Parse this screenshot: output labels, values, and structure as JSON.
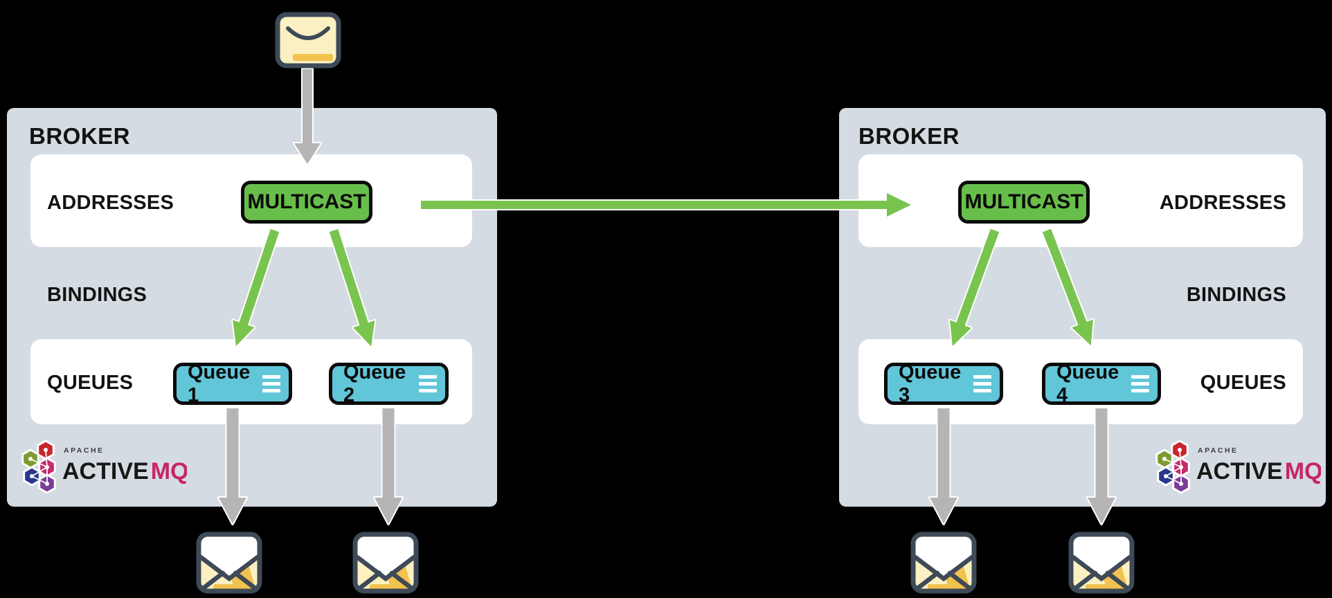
{
  "broker_left": {
    "title": "BROKER",
    "addresses_label": "ADDRESSES",
    "address_node": "MULTICAST",
    "bindings_label": "BINDINGS",
    "queues_label": "QUEUES",
    "queues": {
      "q1": "Queue 1",
      "q2": "Queue 2"
    }
  },
  "broker_right": {
    "title": "BROKER",
    "addresses_label": "ADDRESSES",
    "address_node": "MULTICAST",
    "bindings_label": "BINDINGS",
    "queues_label": "QUEUES",
    "queues": {
      "q1": "Queue 3",
      "q2": "Queue 4"
    }
  },
  "logo": {
    "apache": "APACHE",
    "active": "ACTIVE",
    "mq": "MQ"
  },
  "icons": {
    "top": "sealed-envelope-icon",
    "bottom": "open-envelope-icon",
    "queue_menu": "queue-lines-icon"
  },
  "colors": {
    "background": "#000000",
    "broker_bg": "#D5DBE2",
    "band_white": "#FFFFFF",
    "green_box": "#68BE4A",
    "green_arrow": "#79C44F",
    "teal_queue": "#62C6D9",
    "gray_arrow": "#B5B5B5",
    "outline_dark": "#0B0B0B",
    "envelope_cream": "#FAF0C2",
    "envelope_gold": "#F2C24E",
    "envelope_stroke": "#3E4A57",
    "logo_magenta": "#C62566"
  }
}
